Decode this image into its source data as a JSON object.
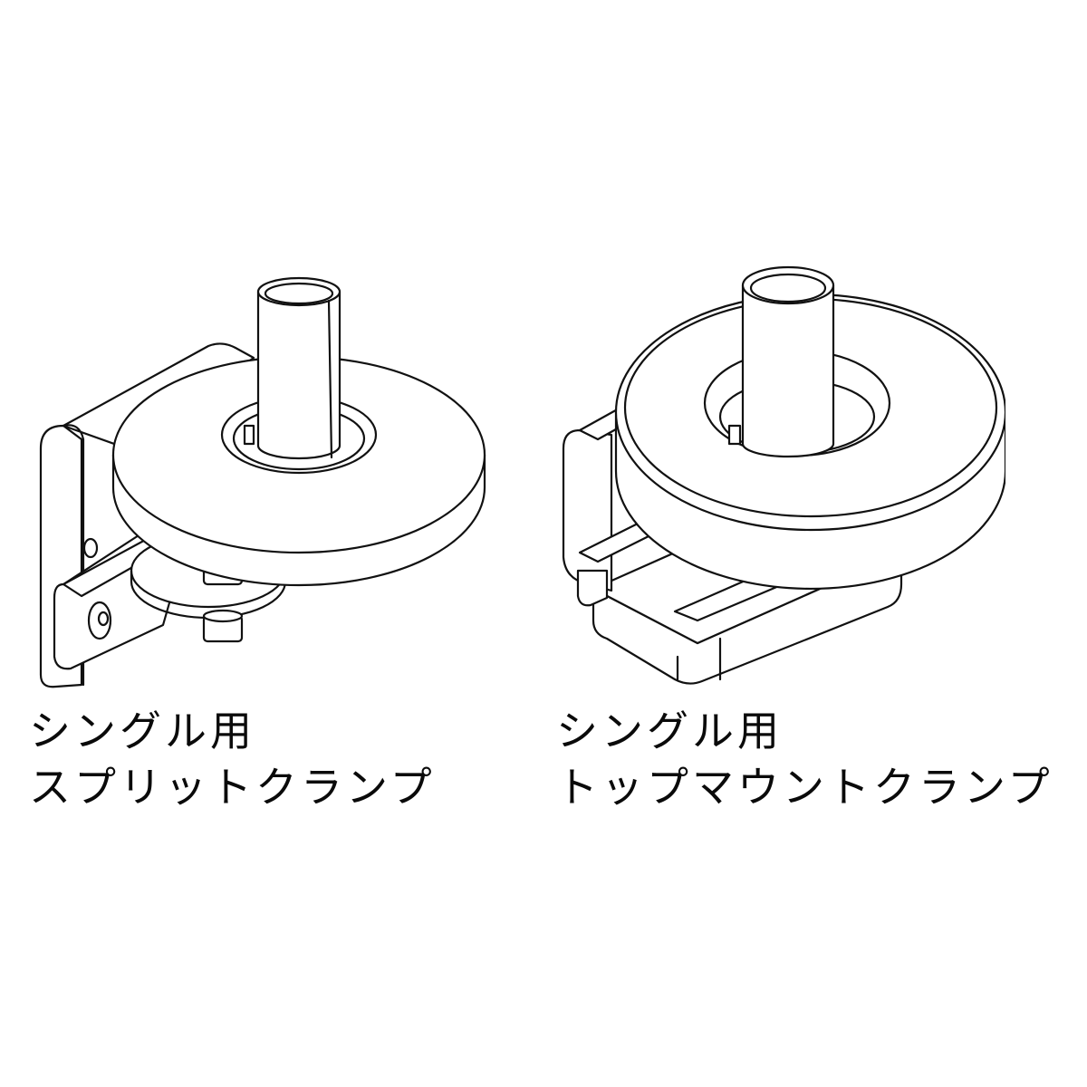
{
  "figures": [
    {
      "id": "split-clamp",
      "caption_line1": "シングル用",
      "caption_line2": "スプリットクランプ"
    },
    {
      "id": "top-mount-clamp",
      "caption_line1": "シングル用",
      "caption_line2": "トップマウントクランプ"
    }
  ],
  "colors": {
    "background": "#ffffff",
    "line": "#111111",
    "text": "#0a0a0a"
  }
}
